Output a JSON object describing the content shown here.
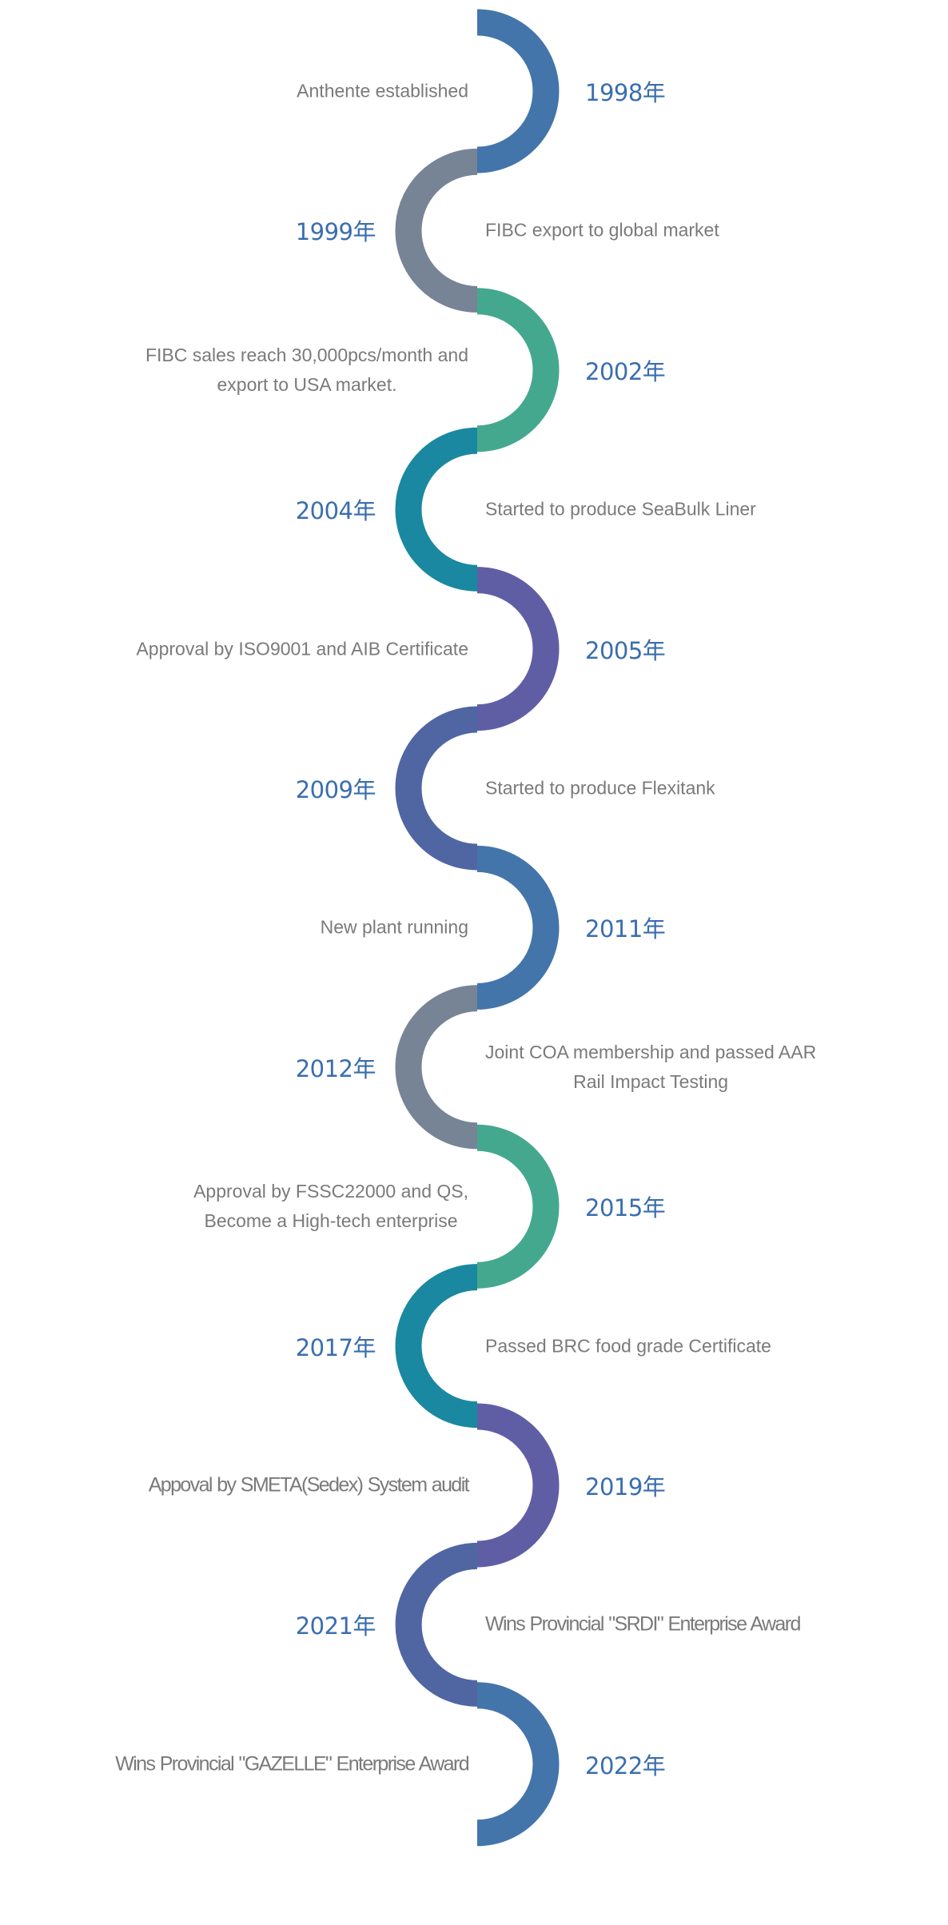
{
  "timeline": [
    {
      "year": "1998年",
      "lines": [
        "Anthente established"
      ],
      "color": "#4375aa"
    },
    {
      "year": "1999年",
      "lines": [
        "FIBC export to global market"
      ],
      "color": "#778496"
    },
    {
      "year": "2002年",
      "lines": [
        "FIBC sales reach 30,000pcs/month and",
        "export to USA market."
      ],
      "color": "#44a88f"
    },
    {
      "year": "2004年",
      "lines": [
        "Started to produce SeaBulk Liner"
      ],
      "color": "#1a88a0"
    },
    {
      "year": "2005年",
      "lines": [
        "Approval by ISO9001 and AIB Certificate"
      ],
      "color": "#5f5ea5"
    },
    {
      "year": "2009年",
      "lines": [
        "Started to produce Flexitank"
      ],
      "color": "#4f66a3"
    },
    {
      "year": "2011年",
      "lines": [
        "New plant running"
      ],
      "color": "#4375aa"
    },
    {
      "year": "2012年",
      "lines": [
        "Joint COA membership and passed AAR",
        "Rail Impact Testing"
      ],
      "color": "#778496"
    },
    {
      "year": "2015年",
      "lines": [
        "Approval by FSSC22000 and QS,",
        "Become a High-tech enterprise"
      ],
      "color": "#44a88f"
    },
    {
      "year": "2017年",
      "lines": [
        "Passed BRC food grade Certificate"
      ],
      "color": "#1a88a0"
    },
    {
      "year": "2019年",
      "lines": [
        "Appoval by SMETA(Sedex) System audit"
      ],
      "color": "#5f5ea5",
      "narrow": true
    },
    {
      "year": "2021年",
      "lines": [
        "Wins Provincial \"SRDI\" Enterprise Award"
      ],
      "color": "#4f66a3",
      "narrow": true
    },
    {
      "year": "2022年",
      "lines": [
        "Wins Provincial \"GAZELLE\" Enterprise Award"
      ],
      "color": "#4375aa",
      "narrow": true
    }
  ]
}
